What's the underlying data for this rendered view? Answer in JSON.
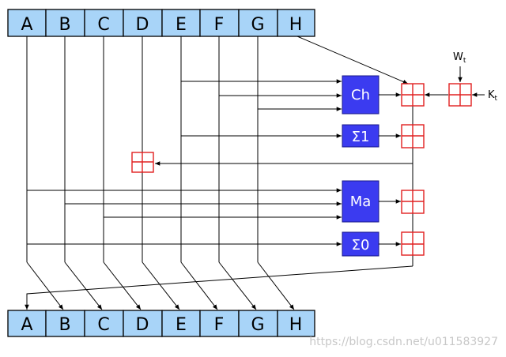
{
  "registers_top": [
    "A",
    "B",
    "C",
    "D",
    "E",
    "F",
    "G",
    "H"
  ],
  "registers_bottom": [
    "A",
    "B",
    "C",
    "D",
    "E",
    "F",
    "G",
    "H"
  ],
  "functions": {
    "ch": "Ch",
    "sigma1": "Σ1",
    "ma": "Ma",
    "sigma0": "Σ0"
  },
  "constants": {
    "w_main": "W",
    "w_sub": "t",
    "k_main": "K",
    "k_sub": "t"
  },
  "watermark": "https://blog.csdn.net/u011583927",
  "colors": {
    "register_fill": "#a8d4f8",
    "function_fill": "#3b3bf0",
    "adder_stroke": "#e02020"
  }
}
